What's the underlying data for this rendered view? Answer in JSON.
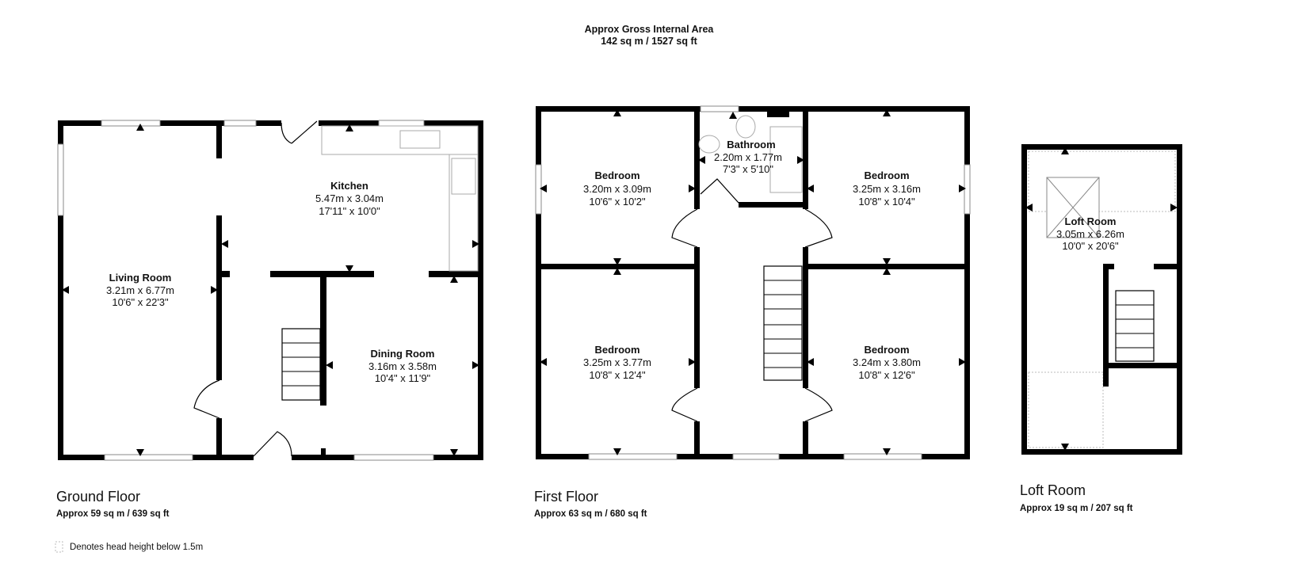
{
  "header": {
    "title": "Approx Gross Internal Area",
    "area": "142 sq m / 1527 sq ft"
  },
  "floors": [
    {
      "name": "Ground Floor",
      "area": "Approx 59 sq m / 639 sq ft",
      "rooms": [
        {
          "name": "Living Room",
          "metric": "3.21m x 6.77m",
          "imperial": "10'6\" x 22'3\""
        },
        {
          "name": "Kitchen",
          "metric": "5.47m x 3.04m",
          "imperial": "17'11\" x 10'0\""
        },
        {
          "name": "Dining Room",
          "metric": "3.16m x 3.58m",
          "imperial": "10'4\" x 11'9\""
        }
      ]
    },
    {
      "name": "First Floor",
      "area": "Approx 63 sq m / 680 sq ft",
      "rooms": [
        {
          "name": "Bedroom",
          "metric": "3.20m x 3.09m",
          "imperial": "10'6\" x 10'2\""
        },
        {
          "name": "Bathroom",
          "metric": "2.20m x 1.77m",
          "imperial": "7'3\" x 5'10\""
        },
        {
          "name": "Bedroom",
          "metric": "3.25m x 3.16m",
          "imperial": "10'8\" x 10'4\""
        },
        {
          "name": "Bedroom",
          "metric": "3.25m x 3.77m",
          "imperial": "10'8\" x 12'4\""
        },
        {
          "name": "Bedroom",
          "metric": "3.24m x 3.80m",
          "imperial": "10'8\" x 12'6\""
        }
      ]
    },
    {
      "name": "Loft Room",
      "area": "Approx 19 sq m / 207 sq ft",
      "rooms": [
        {
          "name": "Loft Room",
          "metric": "3.05m x 6.26m",
          "imperial": "10'0\" x 20'6\""
        }
      ]
    }
  ],
  "legend": {
    "text": "Denotes head height below 1.5m"
  }
}
